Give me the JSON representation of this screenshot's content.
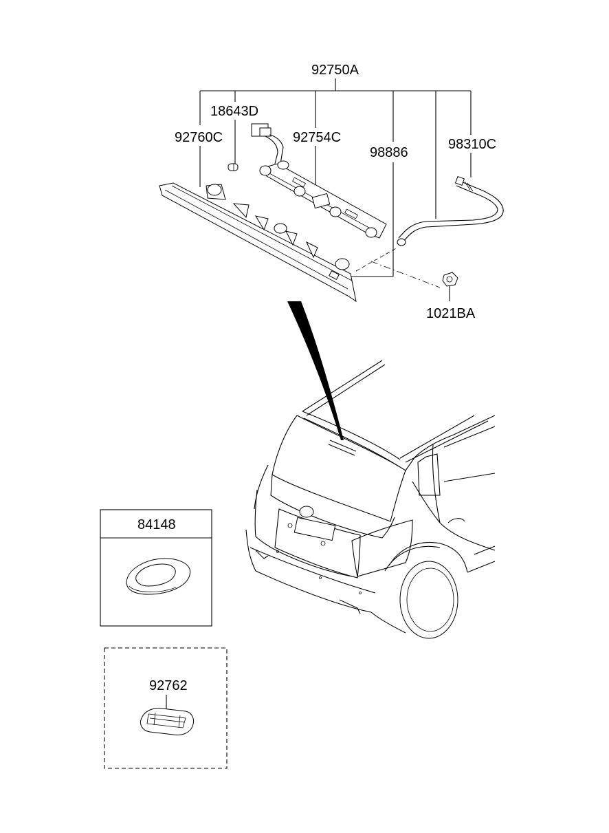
{
  "diagram": {
    "labels": {
      "assembly": "92750A",
      "bulb": "18643D",
      "housing": "92760C",
      "socket": "92754C",
      "connector": "98886",
      "hose": "98310C",
      "nut": "1021BA",
      "plug_top": "84148",
      "plug_bottom": "92762"
    }
  }
}
